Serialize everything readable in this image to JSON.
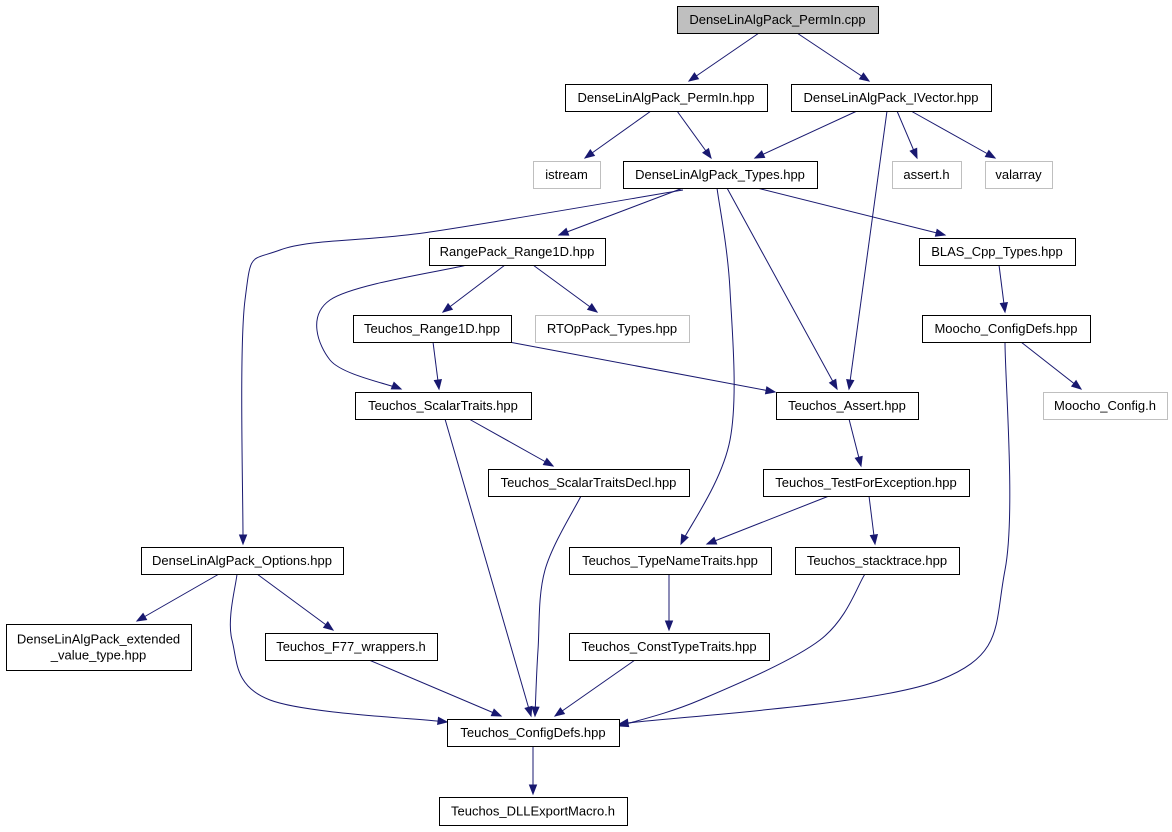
{
  "colors": {
    "edge": "#191970",
    "border_local": "#000000",
    "border_external": "#bfbfbf",
    "root_fill": "#bfbfbf",
    "node_fill": "#ffffff"
  },
  "nodes": {
    "root": {
      "label": "DenseLinAlgPack_PermIn.cpp",
      "kind": "root"
    },
    "permin_hpp": {
      "label": "DenseLinAlgPack_PermIn.hpp",
      "kind": "local"
    },
    "ivector_hpp": {
      "label": "DenseLinAlgPack_IVector.hpp",
      "kind": "local"
    },
    "istream": {
      "label": "istream",
      "kind": "external"
    },
    "types_hpp": {
      "label": "DenseLinAlgPack_Types.hpp",
      "kind": "local"
    },
    "assert_h": {
      "label": "assert.h",
      "kind": "external"
    },
    "valarray": {
      "label": "valarray",
      "kind": "external"
    },
    "range1d_hpp": {
      "label": "RangePack_Range1D.hpp",
      "kind": "local"
    },
    "blas_types_hpp": {
      "label": "BLAS_Cpp_Types.hpp",
      "kind": "local"
    },
    "teuchos_range1d_hpp": {
      "label": "Teuchos_Range1D.hpp",
      "kind": "local"
    },
    "rtop_types_hpp": {
      "label": "RTOpPack_Types.hpp",
      "kind": "external"
    },
    "moocho_configdefs_hpp": {
      "label": "Moocho_ConfigDefs.hpp",
      "kind": "local"
    },
    "scalartraits_hpp": {
      "label": "Teuchos_ScalarTraits.hpp",
      "kind": "local"
    },
    "teuchos_assert_hpp": {
      "label": "Teuchos_Assert.hpp",
      "kind": "local"
    },
    "moocho_config_h": {
      "label": "Moocho_Config.h",
      "kind": "external"
    },
    "scalartraitsdecl_hpp": {
      "label": "Teuchos_ScalarTraitsDecl.hpp",
      "kind": "local"
    },
    "testforexception_hpp": {
      "label": "Teuchos_TestForException.hpp",
      "kind": "local"
    },
    "options_hpp": {
      "label": "DenseLinAlgPack_Options.hpp",
      "kind": "local"
    },
    "typenametraits_hpp": {
      "label": "Teuchos_TypeNameTraits.hpp",
      "kind": "local"
    },
    "stacktrace_hpp": {
      "label": "Teuchos_stacktrace.hpp",
      "kind": "local"
    },
    "extended_value_type_hpp": {
      "label": "DenseLinAlgPack_extended\n_value_type.hpp",
      "kind": "local"
    },
    "f77_wrappers_h": {
      "label": "Teuchos_F77_wrappers.h",
      "kind": "local"
    },
    "consttypetraits_hpp": {
      "label": "Teuchos_ConstTypeTraits.hpp",
      "kind": "local"
    },
    "teuchos_configdefs_hpp": {
      "label": "Teuchos_ConfigDefs.hpp",
      "kind": "local"
    },
    "dllexportmacro_h": {
      "label": "Teuchos_DLLExportMacro.h",
      "kind": "local"
    }
  },
  "edges": [
    [
      "root",
      "permin_hpp"
    ],
    [
      "root",
      "ivector_hpp"
    ],
    [
      "permin_hpp",
      "istream"
    ],
    [
      "permin_hpp",
      "types_hpp"
    ],
    [
      "ivector_hpp",
      "types_hpp"
    ],
    [
      "ivector_hpp",
      "assert_h"
    ],
    [
      "ivector_hpp",
      "valarray"
    ],
    [
      "ivector_hpp",
      "teuchos_assert_hpp"
    ],
    [
      "types_hpp",
      "range1d_hpp"
    ],
    [
      "types_hpp",
      "blas_types_hpp"
    ],
    [
      "types_hpp",
      "teuchos_assert_hpp"
    ],
    [
      "types_hpp",
      "typenametraits_hpp"
    ],
    [
      "types_hpp",
      "options_hpp"
    ],
    [
      "range1d_hpp",
      "teuchos_range1d_hpp"
    ],
    [
      "range1d_hpp",
      "rtop_types_hpp"
    ],
    [
      "range1d_hpp",
      "scalartraits_hpp"
    ],
    [
      "blas_types_hpp",
      "moocho_configdefs_hpp"
    ],
    [
      "moocho_configdefs_hpp",
      "moocho_config_h"
    ],
    [
      "moocho_configdefs_hpp",
      "teuchos_configdefs_hpp"
    ],
    [
      "teuchos_range1d_hpp",
      "scalartraits_hpp"
    ],
    [
      "teuchos_range1d_hpp",
      "teuchos_assert_hpp"
    ],
    [
      "scalartraits_hpp",
      "scalartraitsdecl_hpp"
    ],
    [
      "scalartraits_hpp",
      "teuchos_configdefs_hpp"
    ],
    [
      "teuchos_assert_hpp",
      "testforexception_hpp"
    ],
    [
      "scalartraitsdecl_hpp",
      "teuchos_configdefs_hpp"
    ],
    [
      "testforexception_hpp",
      "typenametraits_hpp"
    ],
    [
      "testforexception_hpp",
      "stacktrace_hpp"
    ],
    [
      "options_hpp",
      "extended_value_type_hpp"
    ],
    [
      "options_hpp",
      "f77_wrappers_h"
    ],
    [
      "options_hpp",
      "teuchos_configdefs_hpp"
    ],
    [
      "typenametraits_hpp",
      "consttypetraits_hpp"
    ],
    [
      "stacktrace_hpp",
      "teuchos_configdefs_hpp"
    ],
    [
      "f77_wrappers_h",
      "teuchos_configdefs_hpp"
    ],
    [
      "consttypetraits_hpp",
      "teuchos_configdefs_hpp"
    ],
    [
      "teuchos_configdefs_hpp",
      "dllexportmacro_h"
    ]
  ]
}
